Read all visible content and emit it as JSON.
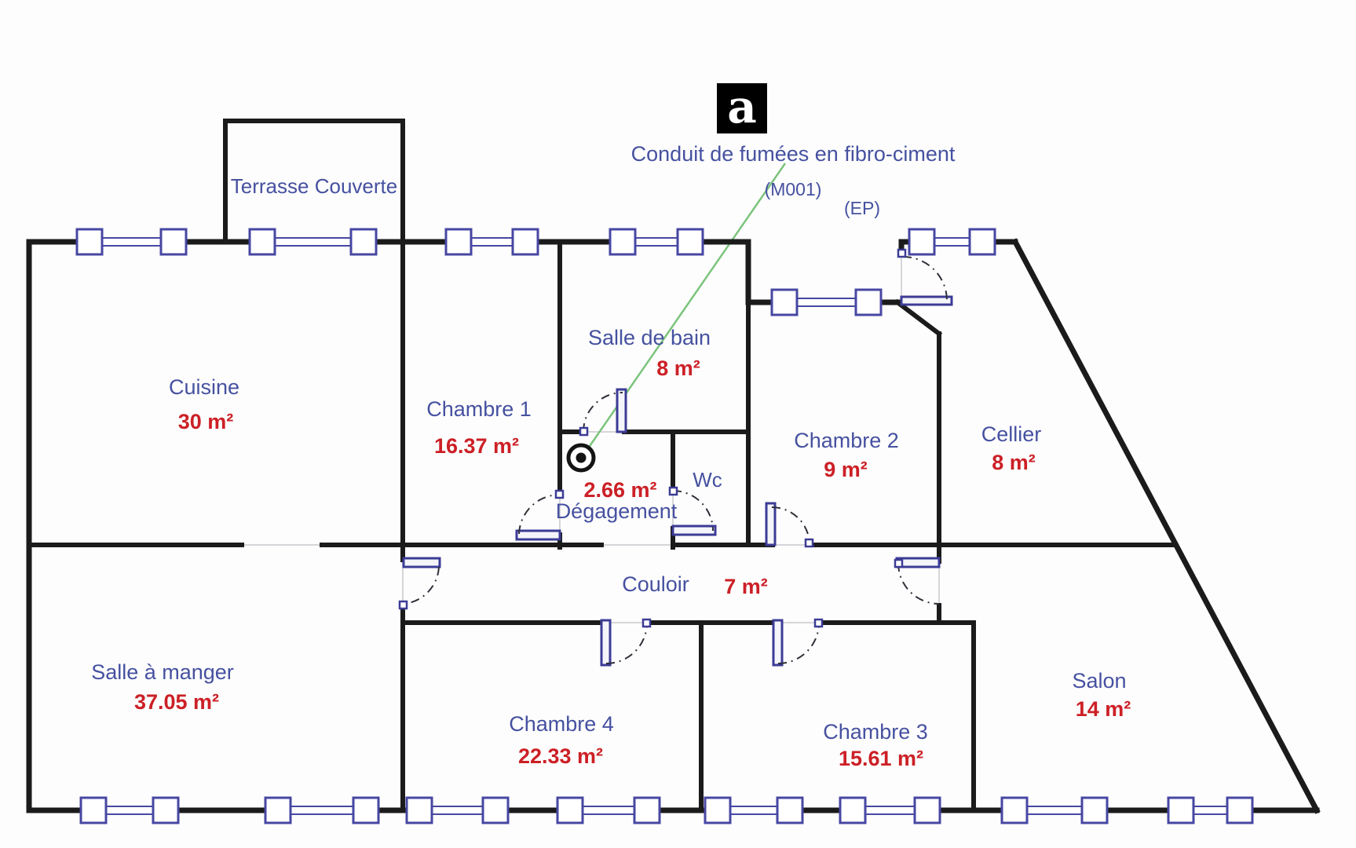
{
  "colors": {
    "wall": "#1b1b1b",
    "opening": "#4747a3",
    "door": "#3c3c96",
    "guide": "#c9c9cf",
    "leader": "#7cc47c",
    "room_label": "#4651a0",
    "area_label": "#cc2026"
  },
  "annotation": {
    "logo_letter": "a",
    "title": "Conduit de fumées en fibro-ciment",
    "ref": "(M001)",
    "ref2": "(EP)"
  },
  "rooms": {
    "terrasse": {
      "name": "Terrasse Couverte"
    },
    "cuisine": {
      "name": "Cuisine",
      "area": "30 m²"
    },
    "chambre1": {
      "name": "Chambre 1",
      "area": "16.37 m²"
    },
    "salle_de_bain": {
      "name": "Salle de bain",
      "area": "8 m²"
    },
    "degagement": {
      "name": "Dégagement",
      "area": "2.66 m²"
    },
    "wc": {
      "name": "Wc"
    },
    "chambre2": {
      "name": "Chambre 2",
      "area": "9 m²"
    },
    "cellier": {
      "name": "Cellier",
      "area": "8 m²"
    },
    "couloir": {
      "name": "Couloir",
      "area": "7 m²"
    },
    "salle_a_manger": {
      "name": "Salle à manger",
      "area": "37.05 m²"
    },
    "chambre4": {
      "name": "Chambre 4",
      "area": "22.33 m²"
    },
    "chambre3": {
      "name": "Chambre 3",
      "area": "15.61 m²"
    },
    "salon": {
      "name": "Salon",
      "area": "14 m²"
    }
  }
}
